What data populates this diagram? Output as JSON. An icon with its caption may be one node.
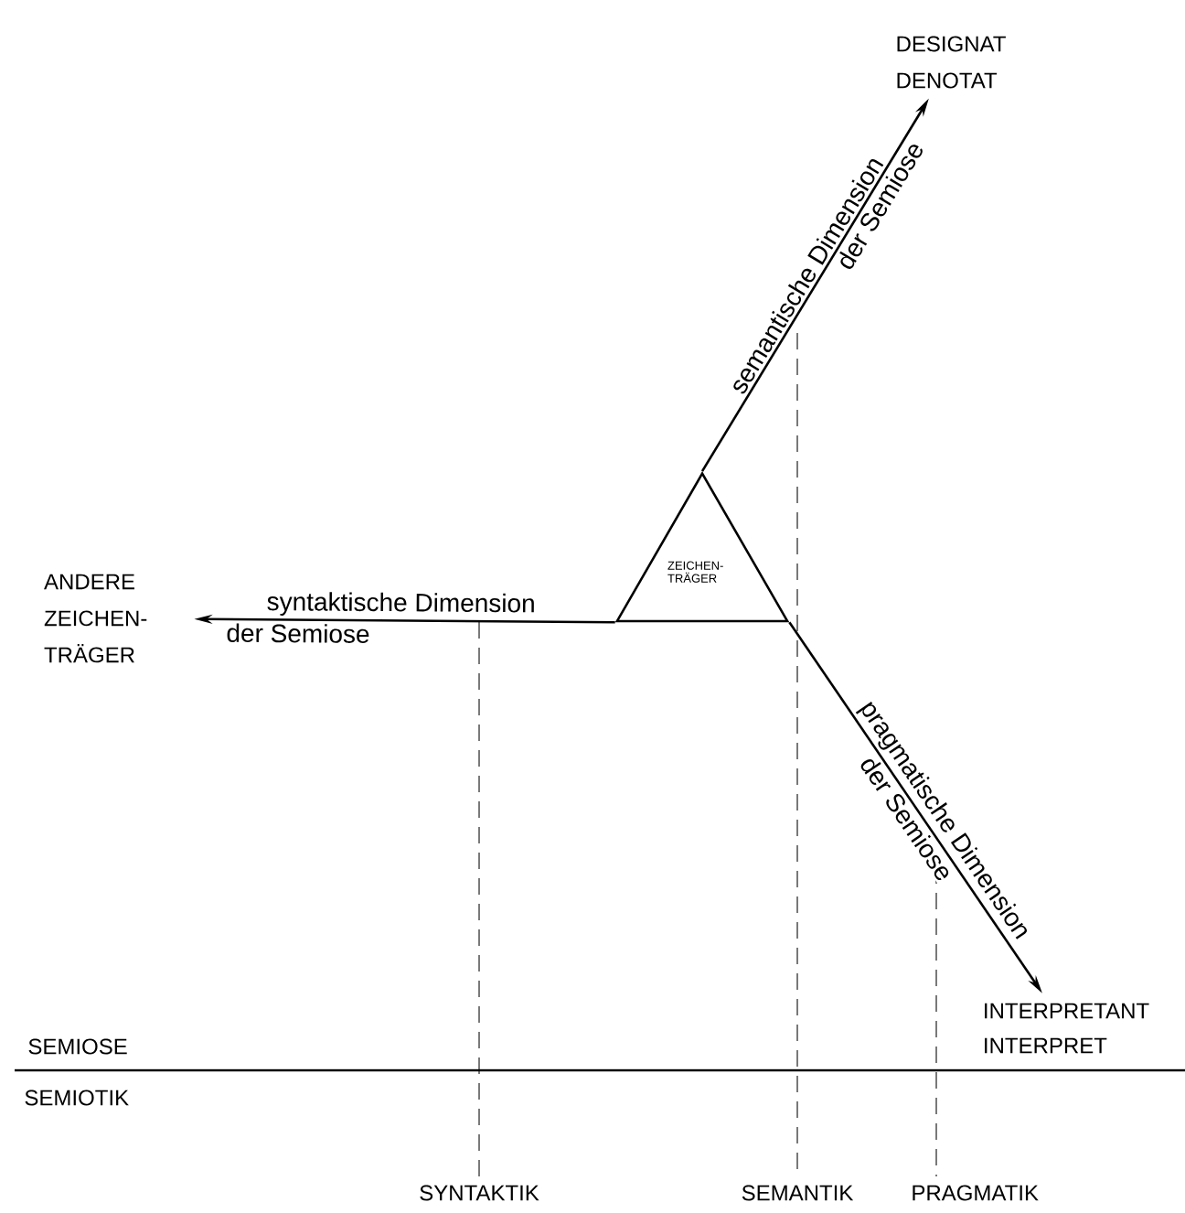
{
  "diagram": {
    "nodes": [
      {
        "text": [
          "ZEICHEN-TRÄGER"
        ]
      },
      {
        "text": [
          "DESIGNAT",
          "DENOTAT"
        ]
      },
      {
        "text": [
          "ANDERE ZEICHEN-TRÄGER"
        ]
      },
      {
        "text": [
          "INTERPRETANT",
          "INTERPRET"
        ]
      }
    ],
    "edges": [
      {
        "from": 0,
        "to": 1,
        "arrow": "to",
        "label": "semantische Dimension"
      },
      {
        "from": 0,
        "to": 2,
        "arrow": "to",
        "label": "syntaktische Dimension"
      },
      {
        "from": 0,
        "to": 3,
        "arrow": "to",
        "label": "pragmatische Dimension"
      }
    ],
    "labels": [
      "der Semiose",
      "der Semiose",
      "der Semiose",
      "SEMIOSE",
      "SEMIOTIK",
      "SYNTAKTIK",
      "SEMANTIK",
      "PRAGMATIK"
    ]
  }
}
